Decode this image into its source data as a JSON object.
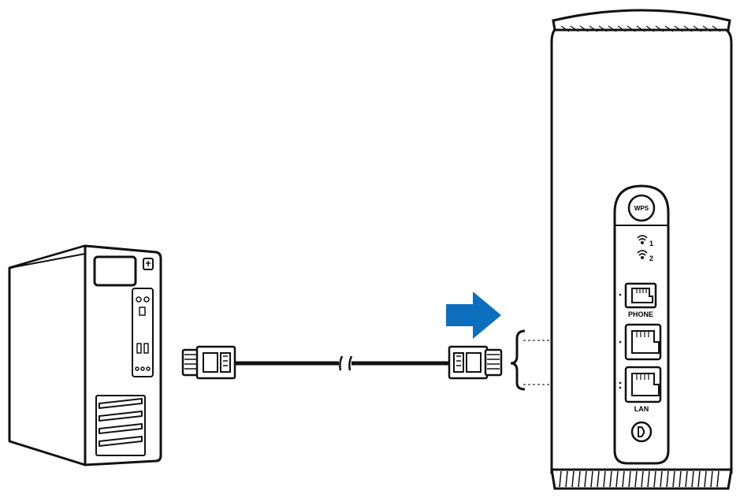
{
  "diagram": {
    "colors": {
      "line": "#111111",
      "fill": "#ffffff",
      "arrow": "#0d6ebd",
      "guide": "#555555"
    },
    "router": {
      "wps_label": "WPS",
      "wifi_1_label": "1",
      "wifi_2_label": "2",
      "phone_label": "PHONE",
      "lan_label": "LAN"
    },
    "icons": {
      "arrow": "arrow-right-icon",
      "wifi": "wifi-icon",
      "power": "power-socket-icon"
    }
  }
}
